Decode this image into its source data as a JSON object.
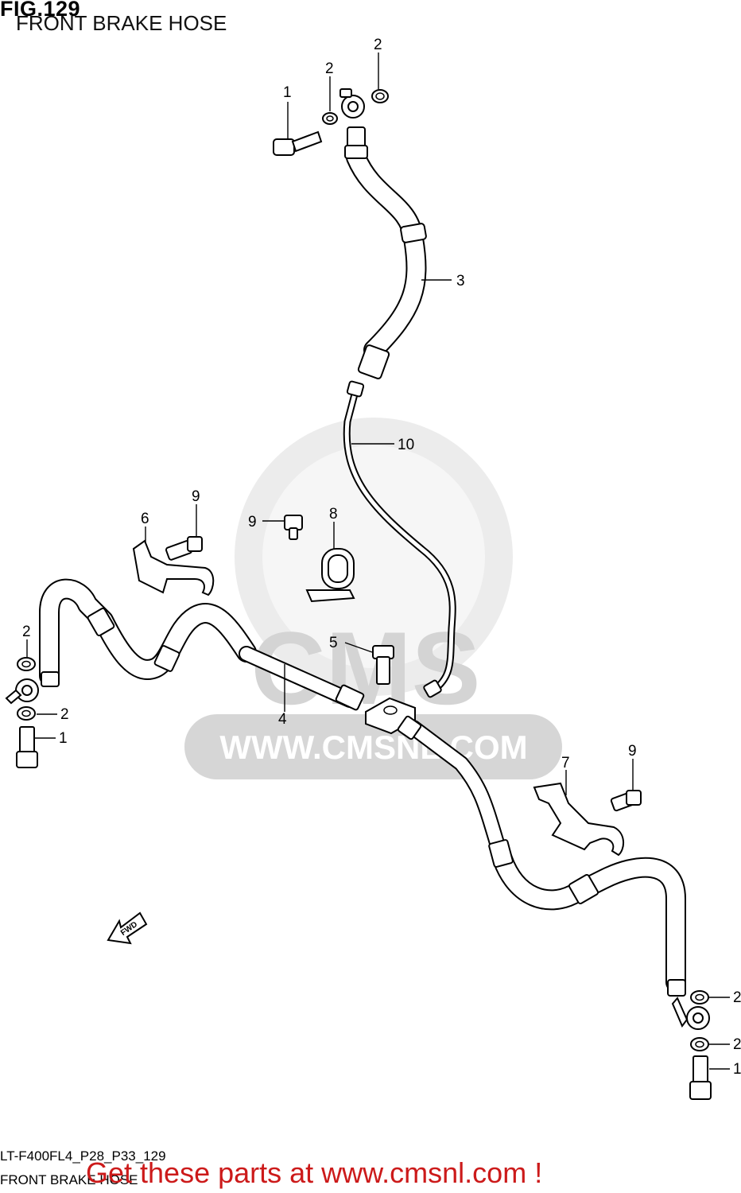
{
  "header": {
    "fig_number": "FIG.129",
    "title": "FRONT BRAKE HOSE"
  },
  "watermark": {
    "text": "WWW.CMSNL.COM",
    "logo_letters": "CMS"
  },
  "fwd_arrow": {
    "label": "FWD"
  },
  "callouts": [
    "1",
    "2",
    "2",
    "3",
    "10",
    "9",
    "6",
    "9",
    "8",
    "2",
    "2",
    "1",
    "5",
    "4",
    "9",
    "7",
    "2",
    "2",
    "1"
  ],
  "footer": {
    "model_line": "LT-F400FL4_P28_P33_129",
    "title_line": "FRONT BRAKE HOSE",
    "cta": "Get these parts at www.cmsnl.com !"
  },
  "colors": {
    "cta": "#cc1a1a",
    "watermark": "#dcdcdc",
    "line": "#000000"
  }
}
